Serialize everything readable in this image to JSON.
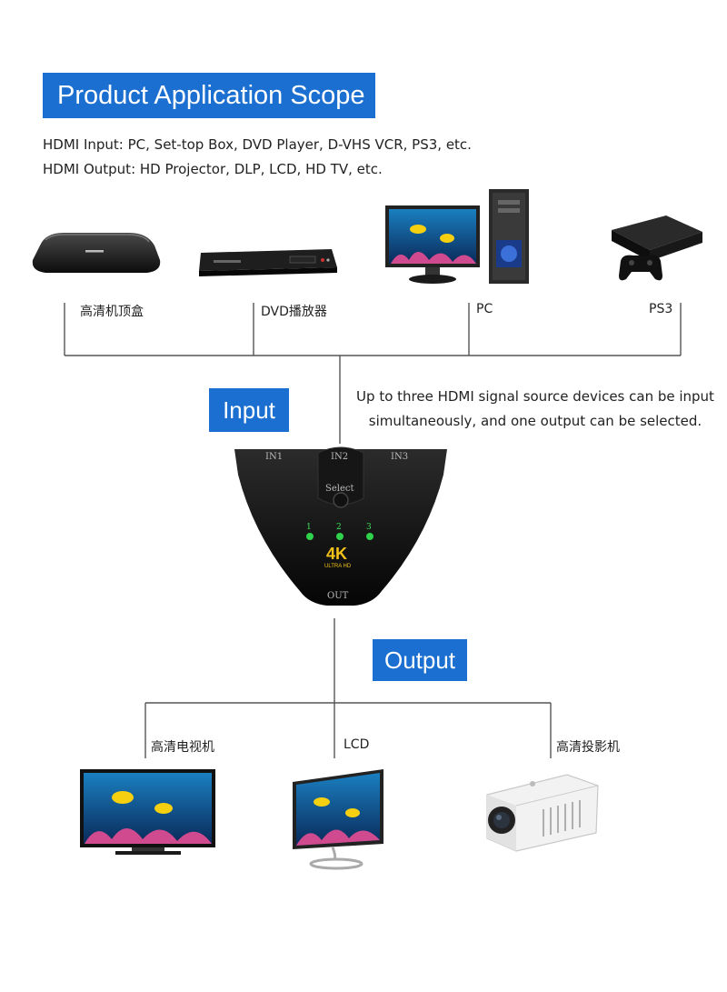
{
  "header": {
    "title": "Product Application Scope"
  },
  "scope": {
    "input_line": "HDMI Input: PC, Set-top Box, DVD Player, D-VHS VCR, PS3, etc.",
    "output_line": "HDMI Output: HD Projector, DLP, LCD, HD TV, etc."
  },
  "sources": [
    {
      "label": "高清机顶盒",
      "icon": "set-top-box-icon"
    },
    {
      "label": "DVD播放器",
      "icon": "dvd-player-icon"
    },
    {
      "label": "PC",
      "icon": "pc-icon"
    },
    {
      "label": "PS3",
      "icon": "ps3-console-icon"
    }
  ],
  "input_label": "Input",
  "output_label": "Output",
  "note": "Up to three HDMI signal source devices can be input simultaneously, and one output can be selected.",
  "switcher": {
    "ports": [
      "IN1",
      "IN2",
      "IN3"
    ],
    "button": "Select",
    "indicators": [
      "1",
      "2",
      "3"
    ],
    "badge": "4K",
    "badge_sub": "ULTRA HD",
    "out": "OUT"
  },
  "outputs": [
    {
      "label": "高清电视机",
      "icon": "hd-tv-icon"
    },
    {
      "label": "LCD",
      "icon": "lcd-monitor-icon"
    },
    {
      "label": "高清投影机",
      "icon": "projector-icon"
    }
  ],
  "colors": {
    "accent": "#1a6fd0",
    "line": "#555555",
    "led": "#2fd24a",
    "badge": "#f2c21a"
  }
}
